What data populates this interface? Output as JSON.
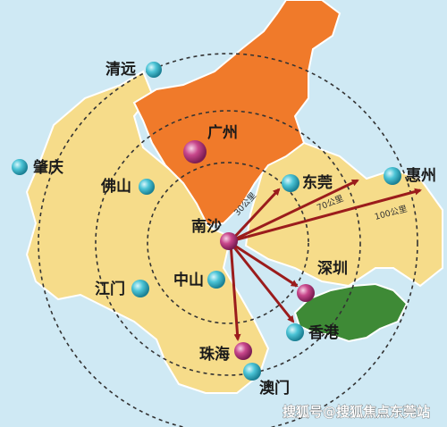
{
  "cities": {
    "qingyuan": "清远",
    "guangzhou": "广州",
    "zhaoqing": "肇庆",
    "foshan": "佛山",
    "dongguan": "东莞",
    "huizhou": "惠州",
    "nansha": "南沙",
    "jiangmen": "江门",
    "zhongshan": "中山",
    "shenzhen": "深圳",
    "hongkong": "香港",
    "zhuhai": "珠海",
    "macau": "澳门"
  },
  "distances": {
    "ring_30": "30公里",
    "ring_70": "70公里",
    "ring_100": "100公里"
  },
  "watermark": "搜狐号@搜狐焦点东莞站",
  "colors": {
    "sea": "#cfe9f4",
    "land": "#f6dc8a",
    "guangzhou_region": "#f07a2a",
    "hongkong_region": "#3e8a36",
    "arrow": "#9b1c1c",
    "cyan_dot": "#4cc4d6",
    "magenta_dot": "#c8478c"
  }
}
